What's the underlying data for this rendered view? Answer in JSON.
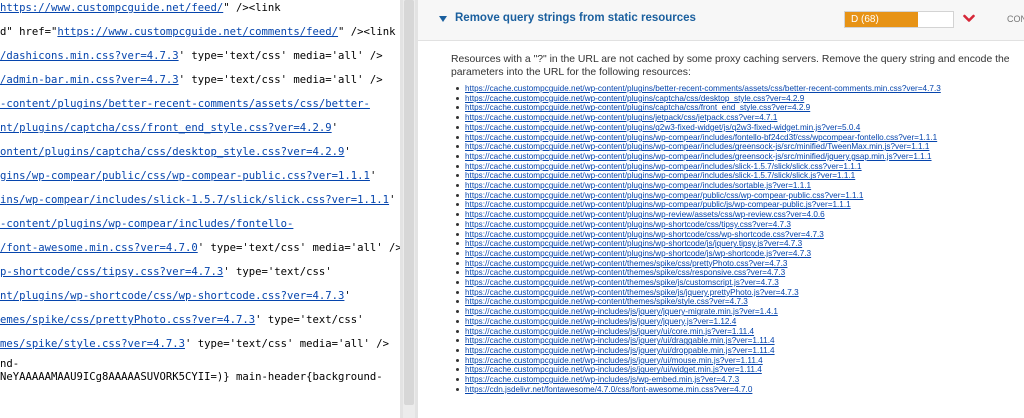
{
  "source_view": {
    "lines": [
      {
        "segments": [
          {
            "t": "https://www.custompcguide.net/feed/",
            "link": true
          },
          {
            "t": "\" /><link",
            "link": false
          }
        ]
      },
      {
        "segments": [
          {
            "t": "d\" href=\"",
            "link": false
          },
          {
            "t": "https://www.custompcguide.net/comments/feed/",
            "link": true
          },
          {
            "t": "\" /><link",
            "link": false
          }
        ]
      },
      {
        "segments": [
          {
            "t": "/dashicons.min.css?ver=4.7.3",
            "link": true
          },
          {
            "t": "' type='text/css' media='all' />",
            "link": false
          }
        ]
      },
      {
        "segments": [
          {
            "t": "/admin-bar.min.css?ver=4.7.3",
            "link": true
          },
          {
            "t": "' type='text/css' media='all' />",
            "link": false
          }
        ]
      },
      {
        "segments": [
          {
            "t": "-content/plugins/better-recent-comments/assets/css/better-",
            "link": true
          }
        ]
      },
      {
        "segments": [
          {
            "t": "nt/plugins/captcha/css/front_end_style.css?ver=4.2.9",
            "link": true
          },
          {
            "t": "'",
            "link": false
          }
        ]
      },
      {
        "segments": [
          {
            "t": "ontent/plugins/captcha/css/desktop_style.css?ver=4.2.9",
            "link": true
          },
          {
            "t": "'",
            "link": false
          }
        ]
      },
      {
        "segments": [
          {
            "t": "gins/wp-compear/public/css/wp-compear-public.css?ver=1.1.1",
            "link": true
          },
          {
            "t": "'",
            "link": false
          }
        ]
      },
      {
        "segments": [
          {
            "t": "ins/wp-compear/includes/slick-1.5.7/slick/slick.css?ver=1.1.1",
            "link": true
          },
          {
            "t": "'",
            "link": false
          }
        ]
      },
      {
        "segments": [
          {
            "t": "-content/plugins/wp-compear/includes/fontello-",
            "link": true
          }
        ]
      },
      {
        "segments": [
          {
            "t": "/font-awesome.min.css?ver=4.7.0",
            "link": true
          },
          {
            "t": "' type='text/css' media='all' />",
            "link": false
          }
        ]
      },
      {
        "segments": [
          {
            "t": "p-shortcode/css/tipsy.css?ver=4.7.3",
            "link": true
          },
          {
            "t": "' type='text/css'",
            "link": false
          }
        ]
      },
      {
        "segments": [
          {
            "t": "nt/plugins/wp-shortcode/css/wp-shortcode.css?ver=4.7.3",
            "link": true
          },
          {
            "t": "'",
            "link": false
          }
        ]
      },
      {
        "segments": [
          {
            "t": "emes/spike/css/prettyPhoto.css?ver=4.7.3",
            "link": true
          },
          {
            "t": "' type='text/css'",
            "link": false
          }
        ]
      },
      {
        "segments": [
          {
            "t": "mes/spike/style.css?ver=4.7.3",
            "link": true
          },
          {
            "t": "' type='text/css' media='all' />",
            "link": false
          }
        ]
      },
      {
        "segments": [
          {
            "t": "nd-",
            "link": false
          }
        ]
      },
      {
        "segments": [
          {
            "t": "NeYAAAAAMAAU9ICg8AAAAASUVORK5CYII=)} main-header{background-",
            "link": false
          }
        ]
      }
    ]
  },
  "recommendation": {
    "title": "Remove query strings from static resources",
    "grade": "D (68)",
    "grade_percent": 68,
    "grade_color": "#e79316",
    "chevron_color": "#d62738",
    "category": "CONTENT",
    "description": "Resources with a \"?\" in the URL are not cached by some proxy caching servers. Remove the query string and encode the parameters into the URL for the following resources:",
    "resources": [
      "https://cache.custompcguide.net/wp-content/plugins/better-recent-comments/assets/css/better-recent-comments.min.css?ver=4.7.3",
      "https://cache.custompcguide.net/wp-content/plugins/captcha/css/desktop_style.css?ver=4.2.9",
      "https://cache.custompcguide.net/wp-content/plugins/captcha/css/front_end_style.css?ver=4.2.9",
      "https://cache.custompcguide.net/wp-content/plugins/jetpack/css/jetpack.css?ver=4.7.1",
      "https://cache.custompcguide.net/wp-content/plugins/q2w3-fixed-widget/js/q2w3-fixed-widget.min.js?ver=5.0.4",
      "https://cache.custompcguide.net/wp-content/plugins/wp-compear/includes/fontello-bf24cd3f/css/wpcompear-fontello.css?ver=1.1.1",
      "https://cache.custompcguide.net/wp-content/plugins/wp-compear/includes/greensock-js/src/minified/TweenMax.min.js?ver=1.1.1",
      "https://cache.custompcguide.net/wp-content/plugins/wp-compear/includes/greensock-js/src/minified/jquery.gsap.min.js?ver=1.1.1",
      "https://cache.custompcguide.net/wp-content/plugins/wp-compear/includes/slick-1.5.7/slick/slick.css?ver=1.1.1",
      "https://cache.custompcguide.net/wp-content/plugins/wp-compear/includes/slick-1.5.7/slick/slick.js?ver=1.1.1",
      "https://cache.custompcguide.net/wp-content/plugins/wp-compear/includes/sortable.js?ver=1.1.1",
      "https://cache.custompcguide.net/wp-content/plugins/wp-compear/public/css/wp-compear-public.css?ver=1.1.1",
      "https://cache.custompcguide.net/wp-content/plugins/wp-compear/public/js/wp-compear-public.js?ver=1.1.1",
      "https://cache.custompcguide.net/wp-content/plugins/wp-review/assets/css/wp-review.css?ver=4.0.6",
      "https://cache.custompcguide.net/wp-content/plugins/wp-shortcode/css/tipsy.css?ver=4.7.3",
      "https://cache.custompcguide.net/wp-content/plugins/wp-shortcode/css/wp-shortcode.css?ver=4.7.3",
      "https://cache.custompcguide.net/wp-content/plugins/wp-shortcode/js/jquery.tipsy.js?ver=4.7.3",
      "https://cache.custompcguide.net/wp-content/plugins/wp-shortcode/js/wp-shortcode.js?ver=4.7.3",
      "https://cache.custompcguide.net/wp-content/themes/spike/css/prettyPhoto.css?ver=4.7.3",
      "https://cache.custompcguide.net/wp-content/themes/spike/css/responsive.css?ver=4.7.3",
      "https://cache.custompcguide.net/wp-content/themes/spike/js/customscript.js?ver=4.7.3",
      "https://cache.custompcguide.net/wp-content/themes/spike/js/jquery.prettyPhoto.js?ver=4.7.3",
      "https://cache.custompcguide.net/wp-content/themes/spike/style.css?ver=4.7.3",
      "https://cache.custompcguide.net/wp-includes/js/jquery/jquery-migrate.min.js?ver=1.4.1",
      "https://cache.custompcguide.net/wp-includes/js/jquery/jquery.js?ver=1.12.4",
      "https://cache.custompcguide.net/wp-includes/js/jquery/ui/core.min.js?ver=1.11.4",
      "https://cache.custompcguide.net/wp-includes/js/jquery/ui/draggable.min.js?ver=1.11.4",
      "https://cache.custompcguide.net/wp-includes/js/jquery/ui/droppable.min.js?ver=1.11.4",
      "https://cache.custompcguide.net/wp-includes/js/jquery/ui/mouse.min.js?ver=1.11.4",
      "https://cache.custompcguide.net/wp-includes/js/jquery/ui/widget.min.js?ver=1.11.4",
      "https://cache.custompcguide.net/wp-includes/js/wp-embed.min.js?ver=4.7.3",
      "https://cdn.jsdelivr.net/fontawesome/4.7.0/css/font-awesome.min.css?ver=4.7.0"
    ]
  }
}
